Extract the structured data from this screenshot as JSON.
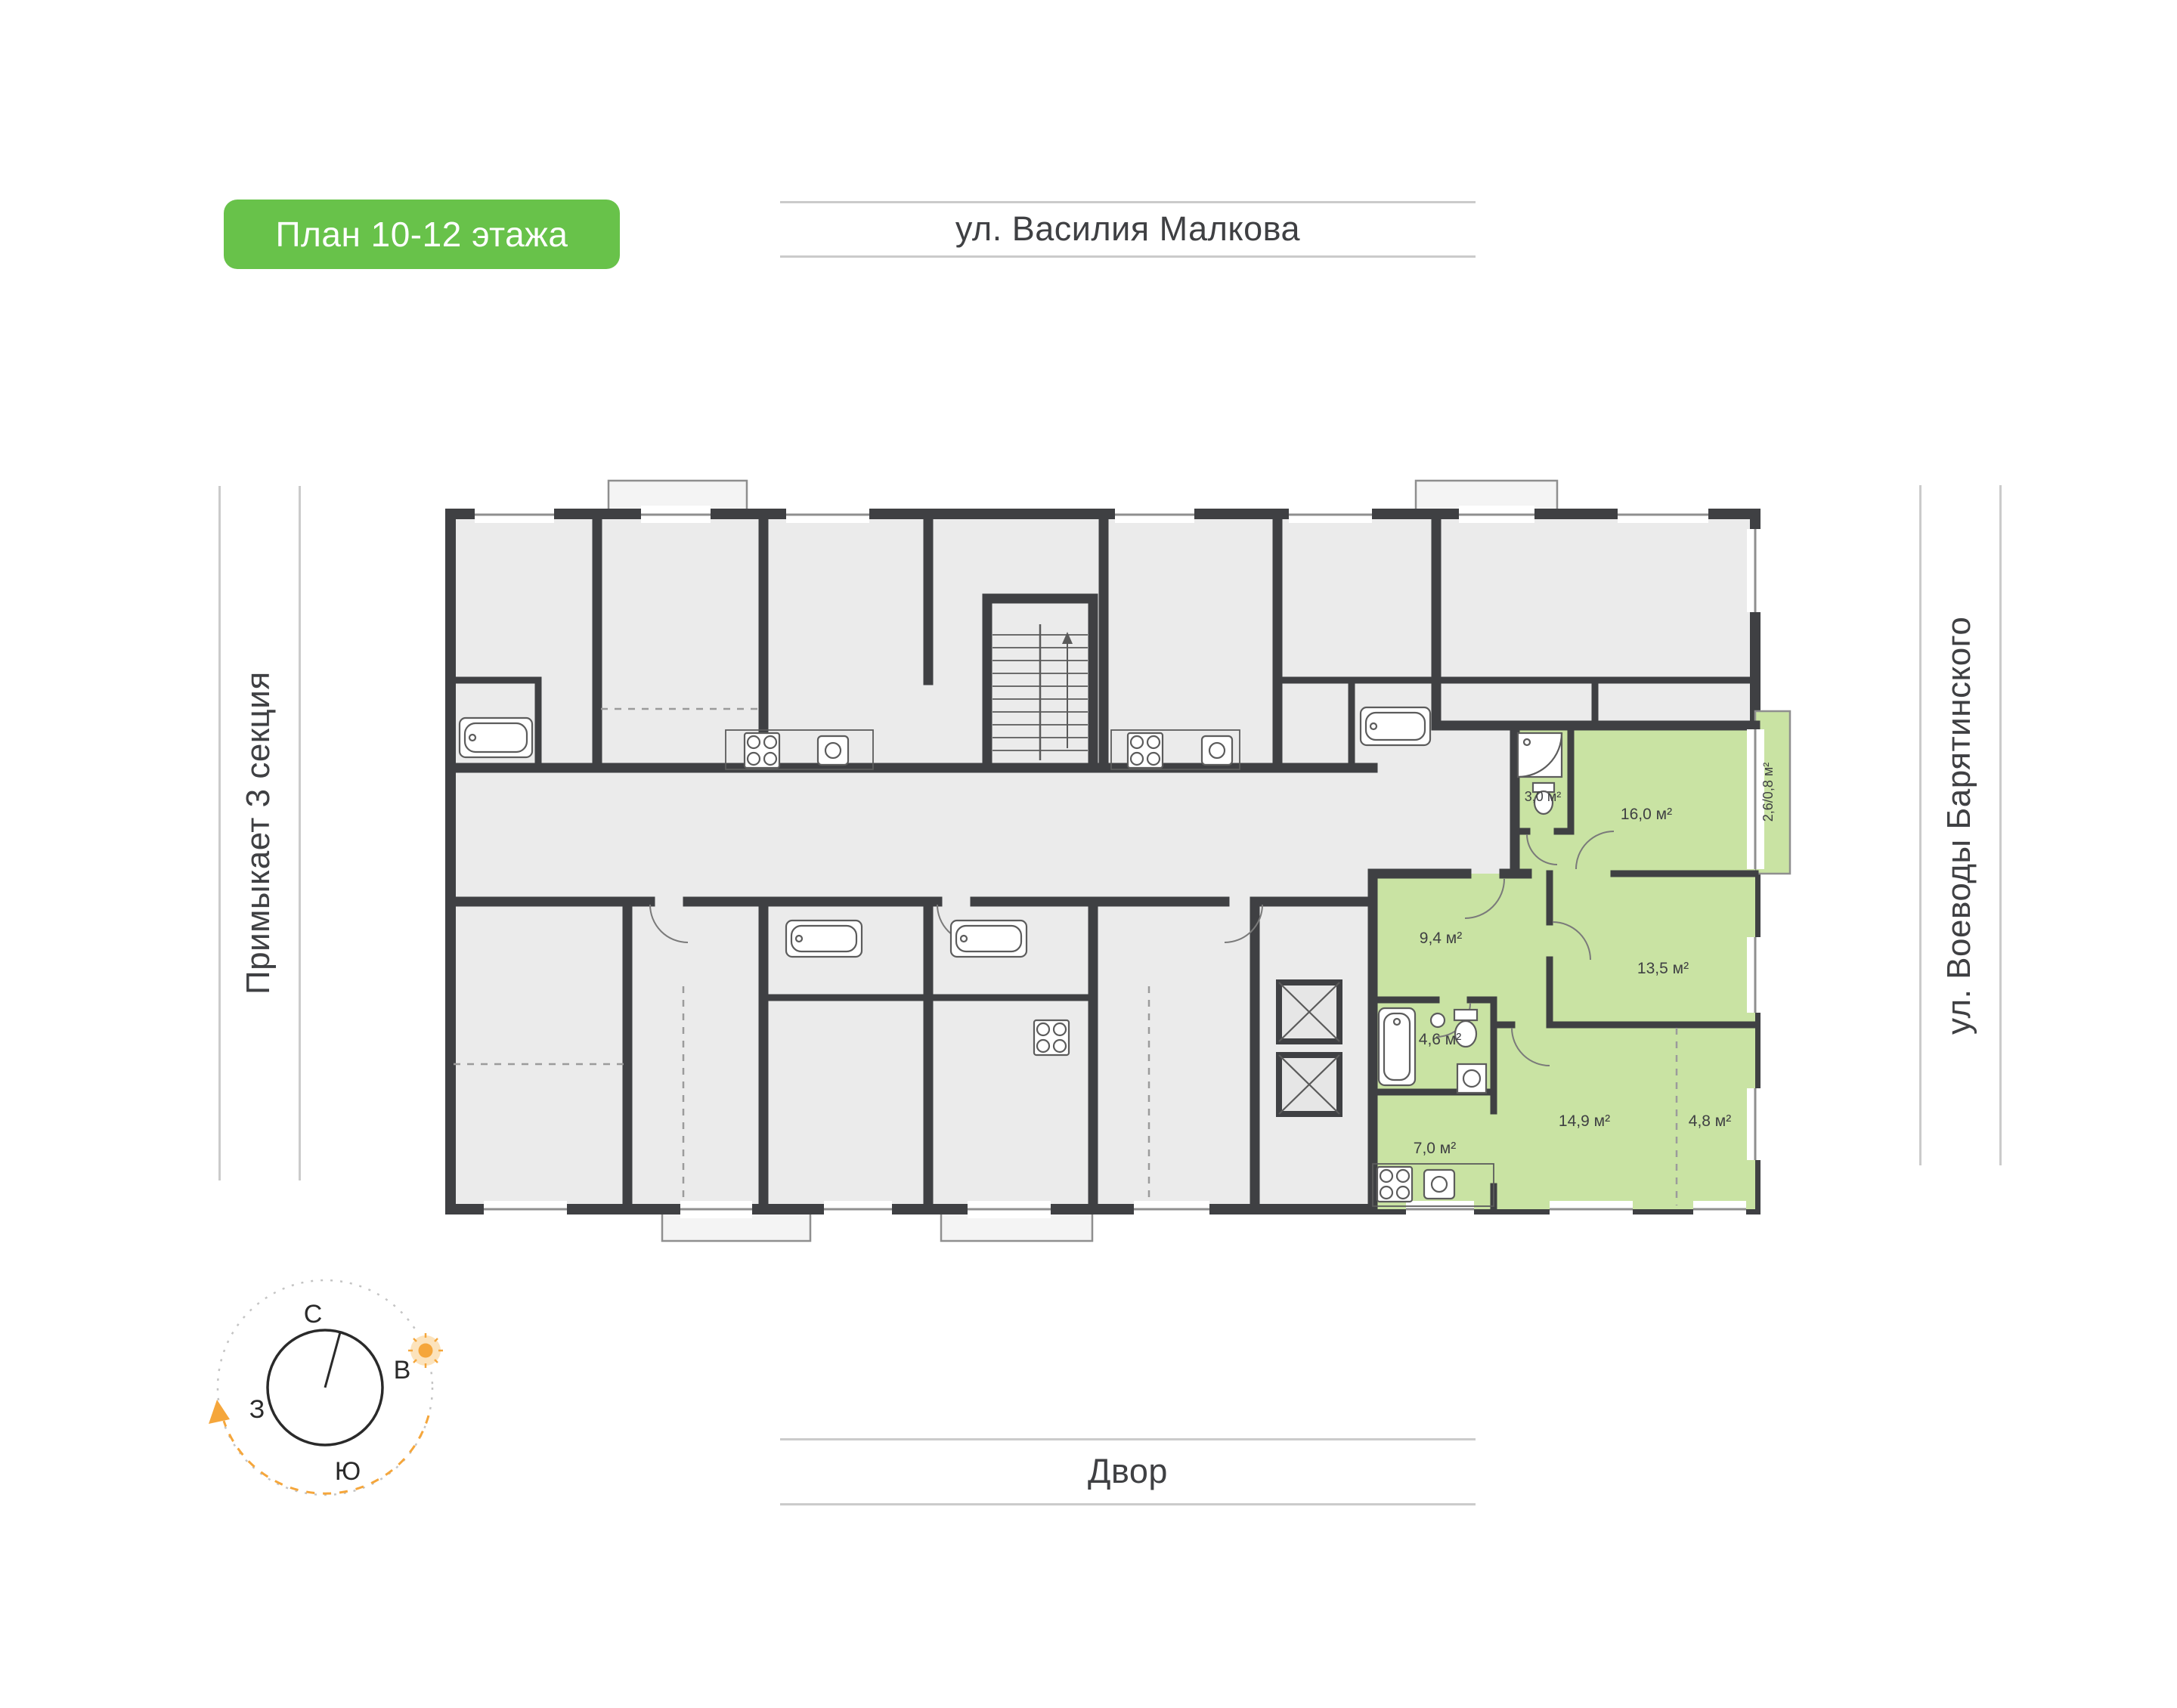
{
  "plan": {
    "badge_label": "План 10-12 этажа"
  },
  "surroundings": {
    "street_top": "ул. Василия Малкова",
    "street_right": "ул. Воеводы Барятинского",
    "section_left": "Примыкает 3 секция",
    "yard_bottom": "Двор"
  },
  "compass": {
    "north": "С",
    "east": "В",
    "south": "Ю",
    "west": "З"
  },
  "highlighted_apartment": {
    "rooms": [
      {
        "name": "bathroom-small",
        "area": "3,0 м²"
      },
      {
        "name": "living-room",
        "area": "16,0 м²"
      },
      {
        "name": "balcony",
        "area": "2,6/0,8 м²"
      },
      {
        "name": "hall",
        "area": "9,4 м²"
      },
      {
        "name": "bedroom",
        "area": "13,5 м²"
      },
      {
        "name": "bathroom",
        "area": "4,6 м²"
      },
      {
        "name": "living-kitchen",
        "area": "14,9 м²"
      },
      {
        "name": "wardrobe",
        "area": "4,8 м²"
      },
      {
        "name": "kitchen",
        "area": "7,0 м²"
      }
    ]
  },
  "colors": {
    "badge_green": "#68C24A",
    "apartment_green": "#C9E3A3",
    "wall_dark": "#3F4043",
    "floor_gray": "#EBEBEB",
    "accent_orange": "#F5A63B"
  }
}
